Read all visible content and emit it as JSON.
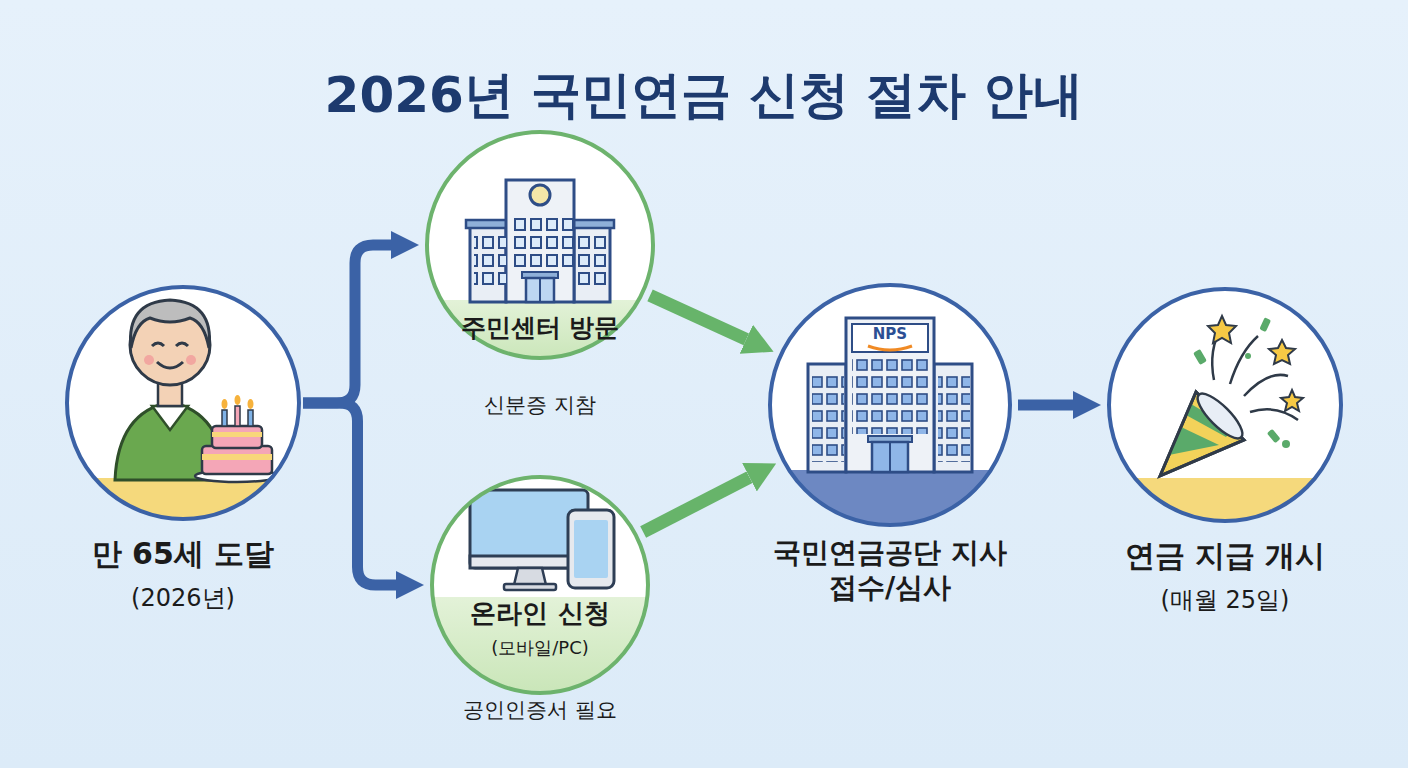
{
  "diagram": {
    "title": "2026년 국민연금 신청 절차 안내",
    "nodes": [
      {
        "text": [
          "만 65세 도달",
          "(2026년)"
        ]
      },
      {
        "text": [
          "주민센터 방문",
          "신분증 지참"
        ]
      },
      {
        "text": [
          "온라인 신청",
          "(모바일/PC)",
          "공인인증서 필요"
        ]
      },
      {
        "text": [
          "국민연금공단 지사 접수/심사"
        ]
      },
      {
        "text": [
          "연금 지급 개시",
          "(매월 25일)"
        ]
      }
    ],
    "edges": [
      {
        "from": 0,
        "to": 1,
        "arrow": "to"
      },
      {
        "from": 0,
        "to": 2,
        "arrow": "to"
      },
      {
        "from": 1,
        "to": 3,
        "arrow": "to"
      },
      {
        "from": 2,
        "to": 3,
        "arrow": "to"
      },
      {
        "from": 3,
        "to": 4,
        "arrow": "to"
      }
    ],
    "labels": [
      "NPS"
    ]
  }
}
